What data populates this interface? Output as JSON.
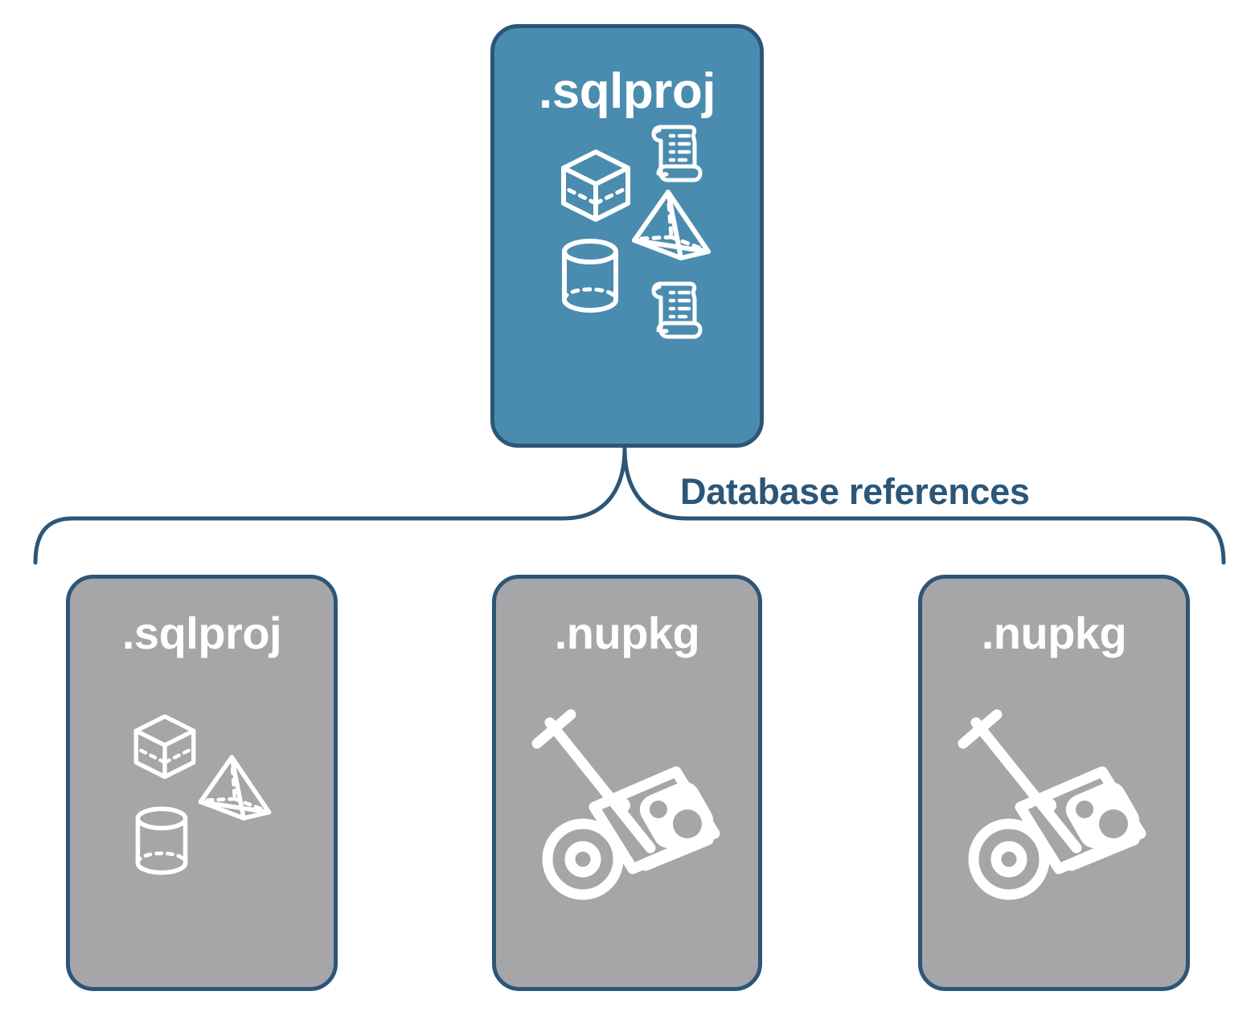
{
  "diagram": {
    "title_text": "Database references",
    "colors": {
      "primary_fill": "#4a8cb0",
      "secondary_fill": "#a6a6a8",
      "stroke": "#2b5678",
      "icon": "#ffffff",
      "background": "#ffffff"
    }
  },
  "root_node": {
    "label": ".sqlproj",
    "kind": "sqlproj",
    "icons": [
      "cube-icon",
      "scroll-icon",
      "pyramid-icon",
      "cylinder-icon",
      "scroll-icon"
    ]
  },
  "connector": {
    "label": "Database references",
    "style": "curly-brace"
  },
  "reference_nodes": [
    {
      "label": ".sqlproj",
      "kind": "sqlproj",
      "icons": [
        "cube-icon",
        "pyramid-icon",
        "cylinder-icon"
      ]
    },
    {
      "label": ".nupkg",
      "kind": "nupkg",
      "icons": [
        "hand-truck-icon",
        "nuget-package-icon"
      ]
    },
    {
      "label": ".nupkg",
      "kind": "nupkg",
      "icons": [
        "hand-truck-icon",
        "nuget-package-icon"
      ]
    }
  ]
}
